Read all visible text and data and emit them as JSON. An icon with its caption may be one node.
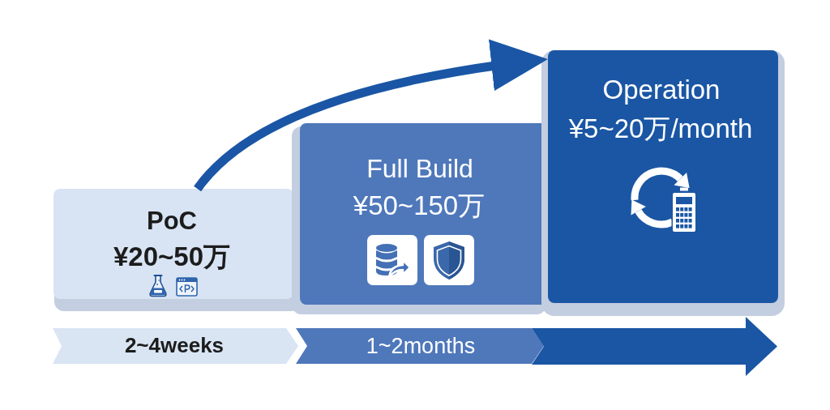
{
  "diagram": {
    "nodes": [
      {
        "text": [
          "PoC",
          "¥20~50万"
        ]
      },
      {
        "text": [
          "Full Build",
          "¥50~150万"
        ]
      },
      {
        "text": [
          "Operation",
          "¥5~20万/month"
        ]
      },
      {
        "text": [
          "2~4weeks"
        ]
      },
      {
        "text": [
          "1~2months"
        ]
      },
      {
        "text": [],
        "shape": "arrow"
      }
    ],
    "edges": [
      {
        "from": 0,
        "to": 2,
        "arrow": "to"
      }
    ]
  }
}
